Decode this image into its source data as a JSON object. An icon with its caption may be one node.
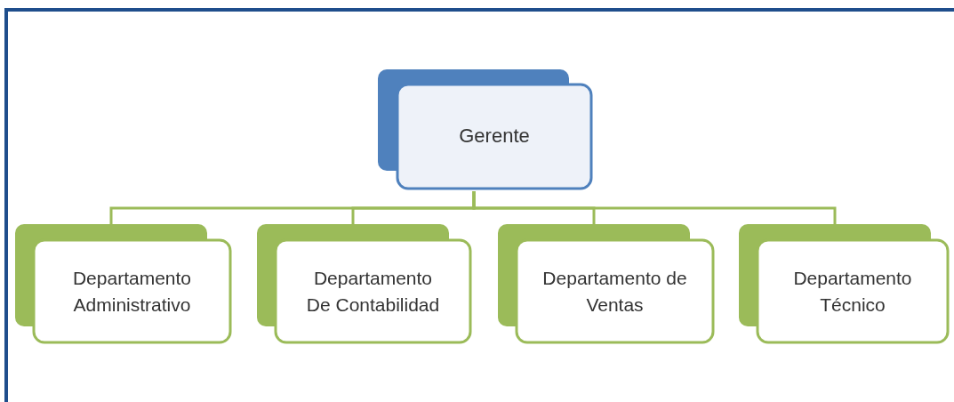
{
  "diagram": {
    "nodes": [
      {
        "text": [
          "Gerente"
        ]
      },
      {
        "text": [
          "Departamento Administrativo"
        ]
      },
      {
        "text": [
          "Departamento De Contabilidad"
        ]
      },
      {
        "text": [
          "Departamento de Ventas"
        ]
      },
      {
        "text": [
          "Departamento Técnico"
        ]
      }
    ],
    "edges": [
      {
        "from": 0,
        "to": 1,
        "arrow": "none"
      },
      {
        "from": 0,
        "to": 2,
        "arrow": "none"
      },
      {
        "from": 0,
        "to": 3,
        "arrow": "none"
      },
      {
        "from": 0,
        "to": 4,
        "arrow": "none"
      }
    ]
  }
}
